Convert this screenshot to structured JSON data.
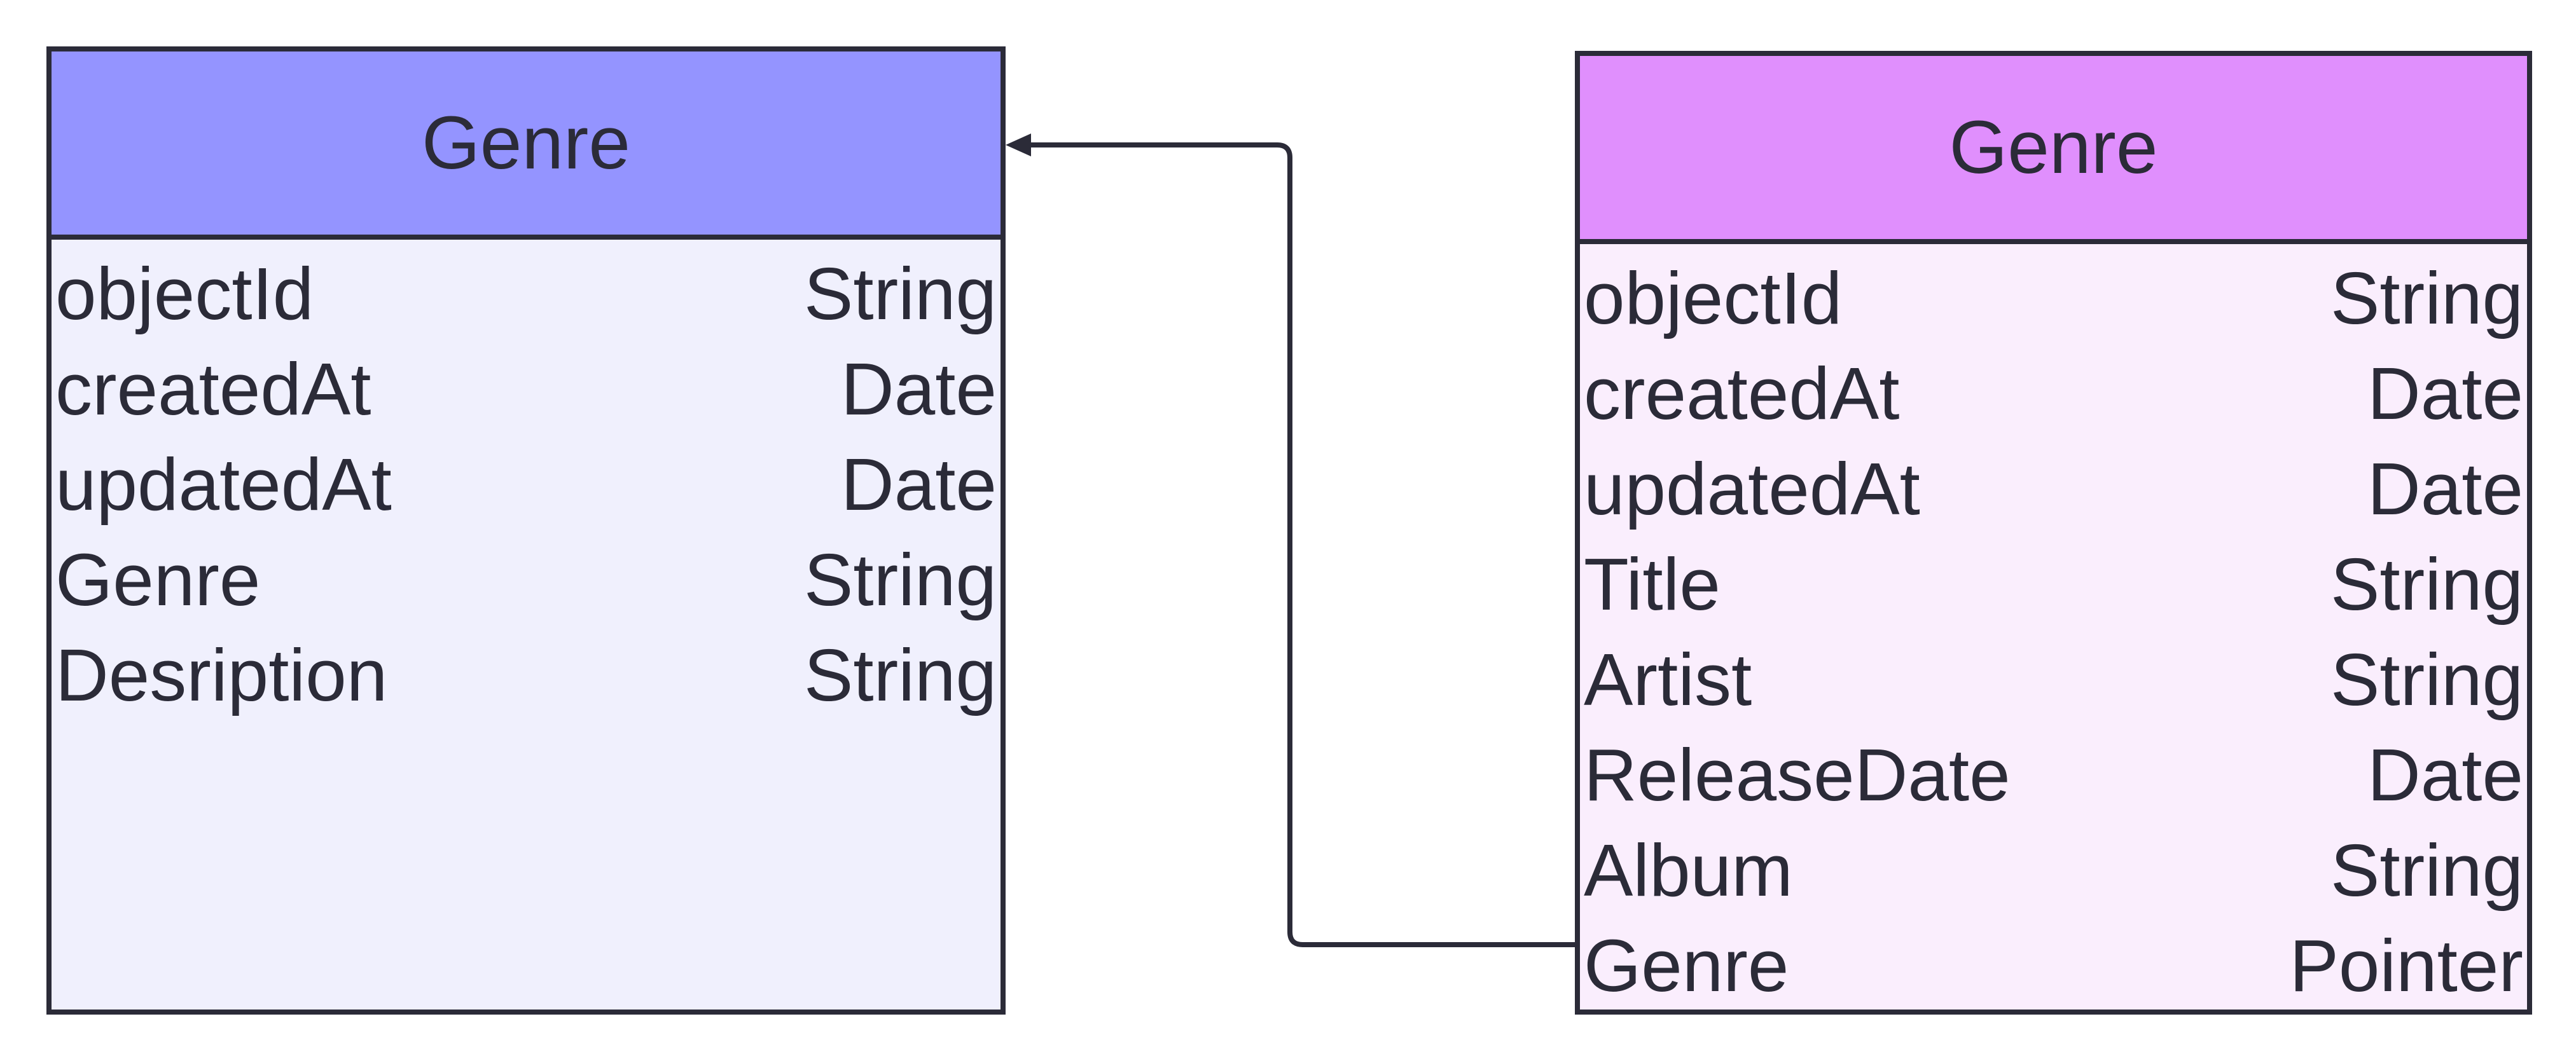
{
  "entities": {
    "left": {
      "title": "Genre",
      "header_color": "#9494ff",
      "body_color": "#f0f0fd",
      "fields": [
        {
          "name": "objectId",
          "type": "String"
        },
        {
          "name": "createdAt",
          "type": "Date"
        },
        {
          "name": "updatedAt",
          "type": "Date"
        },
        {
          "name": "Genre",
          "type": "String"
        },
        {
          "name": "Desription",
          "type": "String"
        }
      ]
    },
    "right": {
      "title": "Genre",
      "header_color": "#e08ffd",
      "body_color": "#faeefd",
      "fields": [
        {
          "name": "objectId",
          "type": "String"
        },
        {
          "name": "createdAt",
          "type": "Date"
        },
        {
          "name": "updatedAt",
          "type": "Date"
        },
        {
          "name": "Title",
          "type": "String"
        },
        {
          "name": "Artist",
          "type": "String"
        },
        {
          "name": "ReleaseDate",
          "type": "Date"
        },
        {
          "name": "Album",
          "type": "String"
        },
        {
          "name": "Genre",
          "type": "Pointer"
        }
      ]
    }
  },
  "relations": [
    {
      "from": "right.Genre",
      "to": "left",
      "style": "arrow"
    }
  ],
  "line_color": "#2b2b38"
}
